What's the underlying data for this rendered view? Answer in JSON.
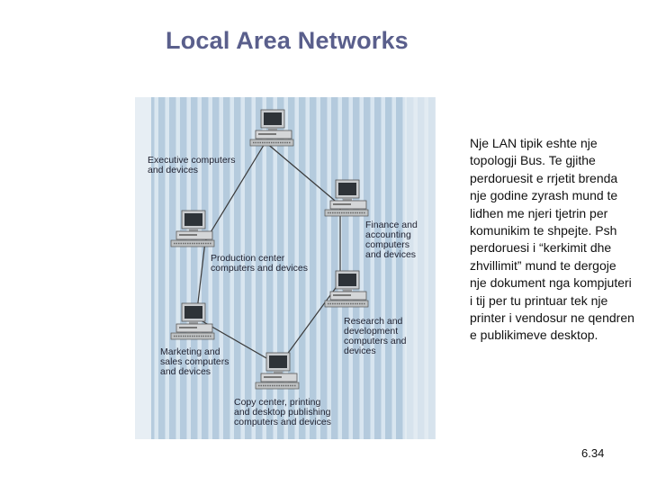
{
  "slide": {
    "title": "Local Area Networks",
    "body_text": "Nje LAN tipik eshte nje topologji Bus. Te gjithe perdoruesit e rrjetit brenda nje godine zyrash mund te lidhen me njeri tjetrin per komunikim te shpejte. Psh perdoruesi i “kerkimit dhe zhvillimit” mund te dergoje nje dokument nga kompjuteri i tij per tu printuar tek nje printer i vendosur ne qendren e publikimeve desktop.",
    "page_number": "6.34"
  },
  "diagram": {
    "labels": {
      "executive": [
        "Executive computers",
        "and devices"
      ],
      "finance": [
        "Finance and",
        "accounting",
        "computers",
        "and devices"
      ],
      "production": [
        "Production center",
        "computers and devices"
      ],
      "research": [
        "Research and",
        "development",
        "computers and",
        "devices"
      ],
      "marketing": [
        "Marketing and",
        "sales computers",
        "and devices"
      ],
      "copy": [
        "Copy center, printing",
        "and desktop publishing",
        "computers and devices"
      ]
    }
  }
}
